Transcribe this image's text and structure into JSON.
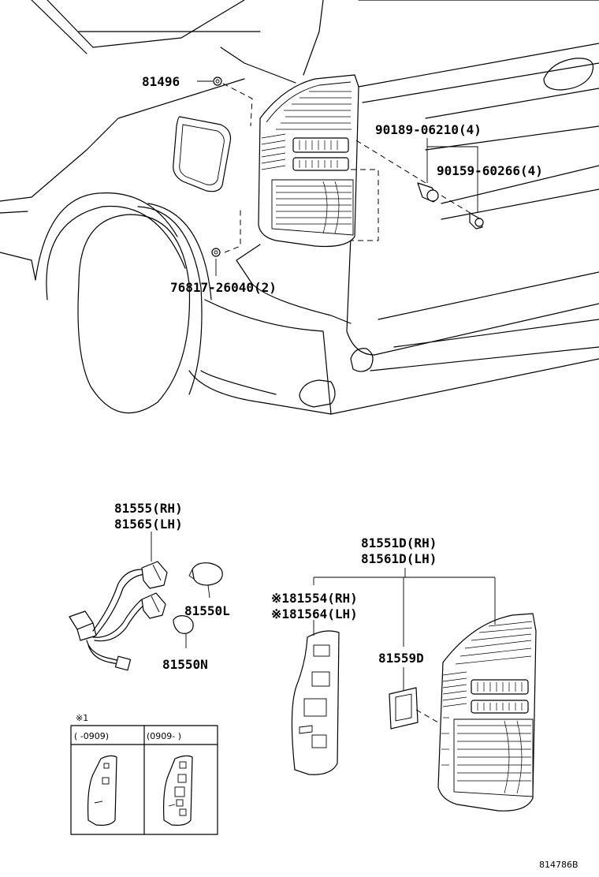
{
  "labels": {
    "p81496": "81496",
    "p90189": "90189-06210(4)",
    "p90159": "90159-60266(4)",
    "p76817": "76817-26040(2)",
    "p81555": "81555(RH)",
    "p81565": "81565(LH)",
    "p81550L": "81550L",
    "p81550N": "81550N",
    "p81551D": "81551D(RH)",
    "p81561D": "81561D(LH)",
    "p81554": "※181554(RH)",
    "p81564": "※181564(LH)",
    "p81559D": "81559D"
  },
  "inset": {
    "mark": "※1",
    "col1": "(    -0909)",
    "col2": "(0909-     )"
  },
  "drawing_code": "814786B"
}
